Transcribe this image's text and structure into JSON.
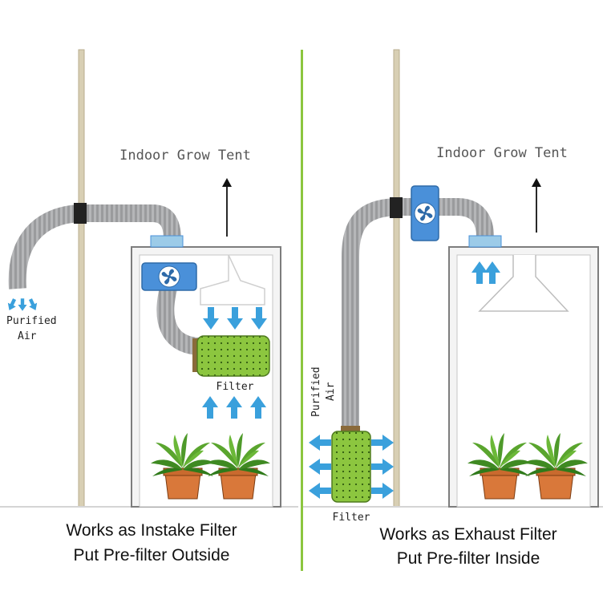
{
  "left_panel": {
    "tent_label": "Indoor Grow Tent",
    "purified_label_line1": "Purified",
    "purified_label_line2": "Air",
    "filter_label": "Filter",
    "caption_line1": "Works as Instake Filter",
    "caption_line2": "Put Pre-filter Outside"
  },
  "right_panel": {
    "tent_label": "Indoor Grow Tent",
    "purified_label_line1": "Purified",
    "purified_label_line2": "Air",
    "filter_label": "Filter",
    "caption_line1": "Works as Exhaust Filter",
    "caption_line2": "Put Pre-filter Inside"
  },
  "colors": {
    "wall": "#d8cfb4",
    "divider": "#8cc63f",
    "fan_blue": "#4a90d9",
    "arrow_blue": "#3aa0dc",
    "filter_green": "#8cc63f",
    "duct_gray": "#a9aaac",
    "pot": "#d9783a",
    "leaf": "#4e9a2a"
  },
  "icons": {
    "fan": "fan-icon",
    "arrow": "airflow-arrow-icon",
    "plant": "potted-plant-icon"
  }
}
